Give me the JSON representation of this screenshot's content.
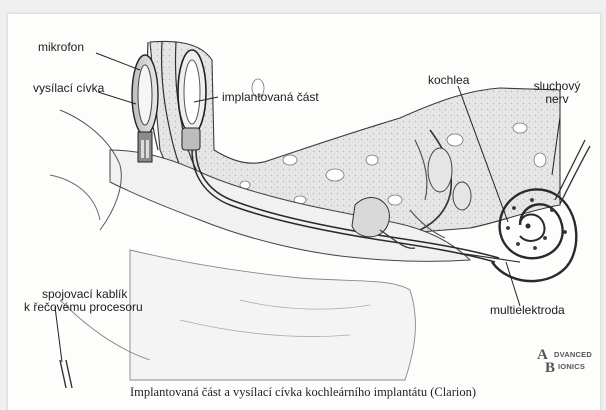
{
  "diagram": {
    "labels": {
      "mikrofon": "mikrofon",
      "vysilaci_civka": "vysílací cívka",
      "implantovana_cast": "implantovaná část",
      "kochlea": "kochlea",
      "sluchovy_nerv_line1": "sluchový",
      "sluchovy_nerv_line2": "nerv",
      "spojovaci_kablik_line1": "spojovací kablík",
      "spojovaci_kablik_line2": "k řečovému procesoru",
      "multielektroda": "multielektroda"
    },
    "logo": {
      "letter_a": "A",
      "letter_b": "B",
      "line1": "DVANCED",
      "line2": "IONICS"
    },
    "caption": "Implantovaná část a vysílací cívka kochleárního implantátu (Clarion)",
    "colors": {
      "ink": "#2a2a2a",
      "bone": "#cfcfcf",
      "shade": "#9a9a9a",
      "background": "#fdfdfc"
    }
  }
}
